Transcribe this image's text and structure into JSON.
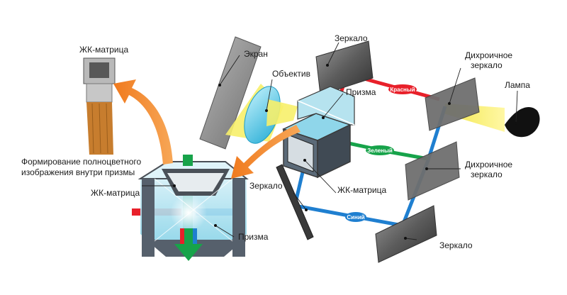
{
  "labels": {
    "lcd_chip": "ЖК-матрица",
    "screen": "Экран",
    "lens": "Объектив",
    "mirror_top": "Зеркало",
    "prism_mid": "Призма",
    "dichroic_top_line1": "Дихроичное",
    "dichroic_top_line2": "зеркало",
    "lamp": "Лампа",
    "formation_line1": "Формирование полноцветного",
    "formation_line2": "изображения внутри призмы",
    "lcd_left": "ЖК-матрица",
    "mirror_left": "Зеркало",
    "lcd_mid": "ЖК-матрица",
    "dichroic_mid_line1": "Дихроичное",
    "dichroic_mid_line2": "зеркало",
    "prism_bottom": "Призма",
    "mirror_bottom": "Зеркало"
  },
  "beam_labels": {
    "red": "Красный",
    "green": "Зеленый",
    "blue": "Синий"
  },
  "colors": {
    "red_beam": "#e8202a",
    "green_beam": "#17a34a",
    "blue_beam": "#1f7fd0",
    "orange_arrow": "#f28a2a",
    "yellow_light": "#f5ec4a",
    "mirror_dark": "#3c3c3c",
    "mirror_light": "#8a8a8a"
  }
}
